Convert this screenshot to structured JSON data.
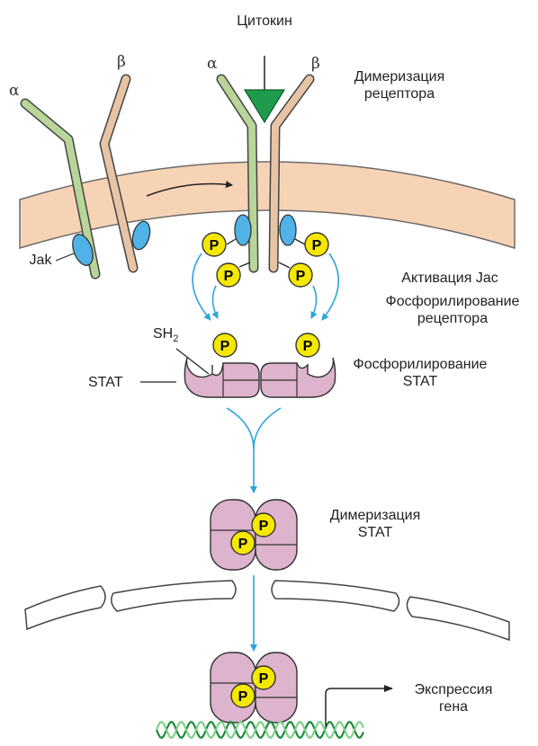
{
  "labels": {
    "cytokine": "Цитокин",
    "alpha": "α",
    "beta": "β",
    "receptor_dimerization": [
      "Димеризация",
      "рецептора"
    ],
    "jak": "Jak",
    "jak_activation": "Активация Jac",
    "receptor_phosphorylation": [
      "Фосфорилирование",
      "рецептора"
    ],
    "sh2": "SH",
    "sh2_sub": "2",
    "stat": "STAT",
    "stat_phosphorylation": [
      "Фосфорилирование",
      "STAT"
    ],
    "stat_dimerization": [
      "Димеризация",
      "STAT"
    ],
    "gene_expression": [
      "Экспрессия",
      "гена"
    ],
    "phosphate": "P"
  },
  "colors": {
    "membrane": "#f7d3b5",
    "alpha_chain": "#b9d69a",
    "beta_chain": "#e8c4a6",
    "jak": "#4fb3e8",
    "phosphate": "#f5e800",
    "stat": "#ddb3cd",
    "arrow": "#2fa4da",
    "cytokine": "#1e9b4c",
    "dna": "#7ed08a"
  }
}
